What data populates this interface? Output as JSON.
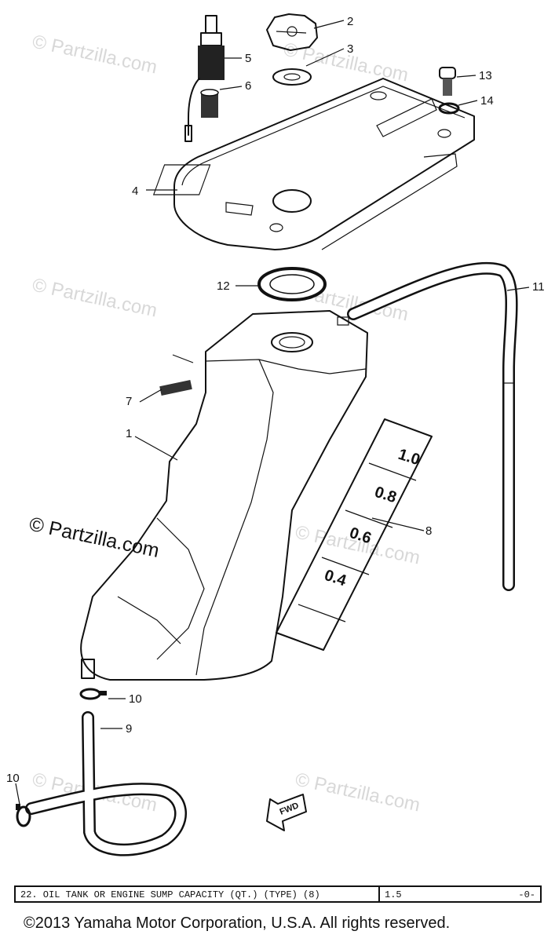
{
  "watermarks": {
    "faint": "© Partzilla.com",
    "strong": "© Partzilla.com"
  },
  "callouts": [
    "1",
    "2",
    "3",
    "4",
    "5",
    "6",
    "7",
    "8",
    "9",
    "10",
    "10",
    "11",
    "12",
    "13",
    "14"
  ],
  "gauge": {
    "marks": [
      "1.0",
      "0.8",
      "0.6",
      "0.4"
    ]
  },
  "fwd_label": "FWD",
  "capacity": {
    "label": "22. OIL TANK OR ENGINE SUMP CAPACITY (QT.) (TYPE) (8)",
    "value": "1.5",
    "value_right": "-0-"
  },
  "footer": {
    "copyright": "©2013  Yamaha Motor Corporation, U.S.A. All rights reserved."
  }
}
